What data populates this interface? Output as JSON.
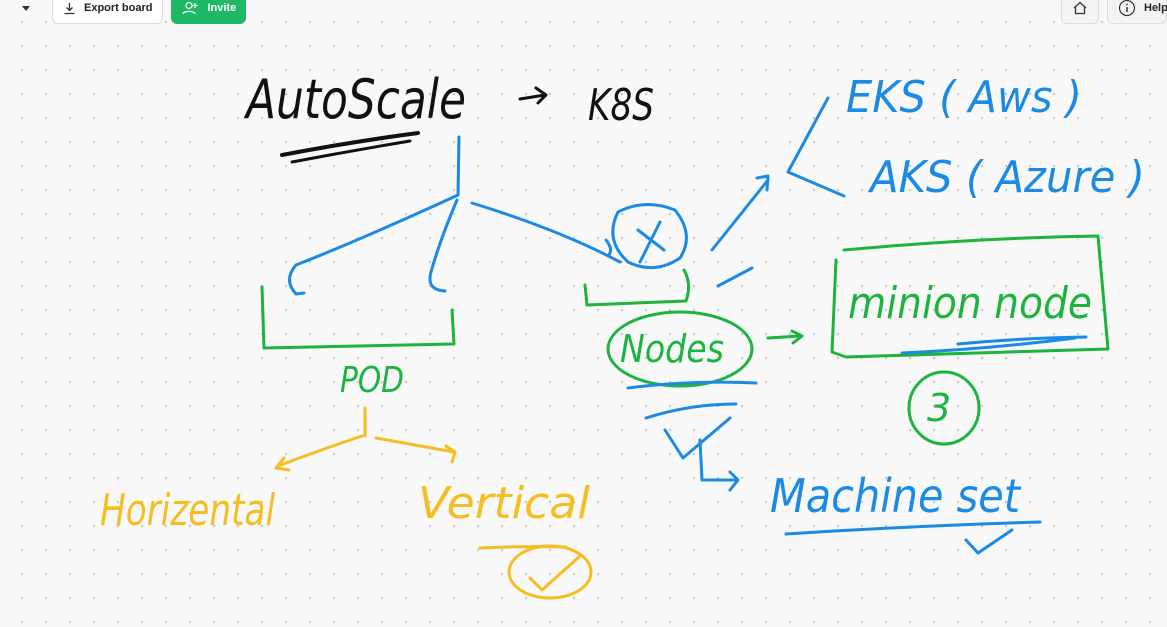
{
  "toolbar": {
    "export_label": "Export board",
    "invite_label": "Invite",
    "help_label": "Help"
  },
  "board": {
    "title": "AutoScale",
    "title_target": "K8S",
    "cloud_1": "EKS ( Aws )",
    "cloud_2": "AKS ( Azure )",
    "pod_label": "POD",
    "horizontal_label": "Horizental",
    "vertical_label": "Vertical",
    "nodes_label": "Nodes",
    "minion_label": "minion node",
    "minion_count": "3",
    "machineset_label": "Machine set"
  },
  "colors": {
    "ink_black": "#111111",
    "ink_blue": "#1a8ae5",
    "ink_green": "#1db33f",
    "ink_yellow": "#f5bd1f",
    "invite_green": "#1fb867"
  },
  "icons": [
    "chevron-down-icon",
    "download-icon",
    "add-user-icon",
    "home-icon",
    "info-icon"
  ]
}
